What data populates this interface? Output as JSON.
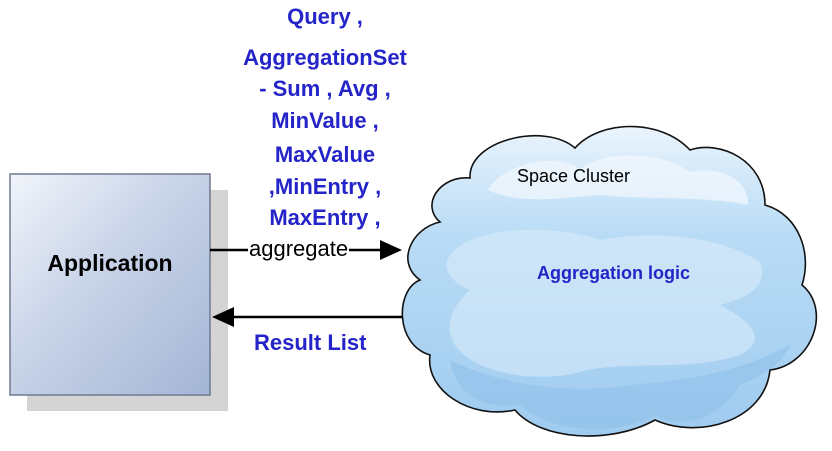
{
  "query_lines": [
    "Query ,",
    "AggregationSet",
    "- Sum , Avg ,",
    "MinValue ,",
    "MaxValue",
    ",MinEntry ,",
    "MaxEntry ,"
  ],
  "application": {
    "label": "Application"
  },
  "arrows": {
    "request_label": "aggregate",
    "response_label": "Result List"
  },
  "cloud": {
    "title": "Space Cluster",
    "logic_label": "Aggregation logic"
  },
  "colors": {
    "accent_text": "#2424c8",
    "cloud_fill": "#a9d3f4",
    "cloud_light": "#dcecfa",
    "box_fill": "#b3c1dc",
    "box_shadow": "#d4d4d4"
  }
}
